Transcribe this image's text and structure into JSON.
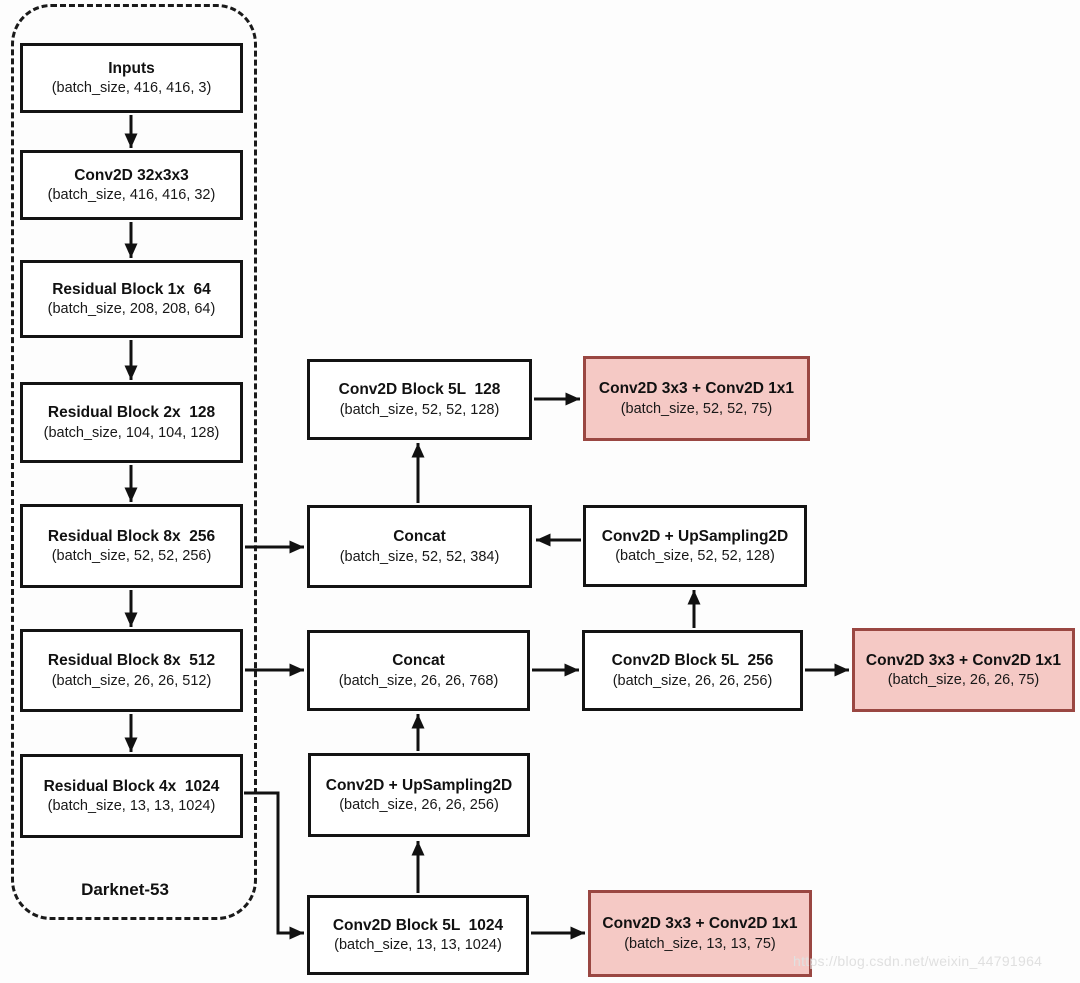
{
  "diagram": {
    "group_label": "Darknet-53",
    "watermark": "https://blog.csdn.net/weixin_44791964",
    "colors": {
      "node_fill": "#ffffff",
      "node_border": "#131313",
      "head_fill": "#f5c9c5",
      "head_border": "#9a4742",
      "arrow": "#111111"
    },
    "nodes": {
      "inputs": {
        "title": "Inputs",
        "shape": "(batch_size, 416, 416, 3)"
      },
      "conv32": {
        "title": "Conv2D 32x3x3",
        "shape": "(batch_size, 416, 416, 32)"
      },
      "res1_64": {
        "title": "Residual Block 1x  64",
        "shape": "(batch_size, 208, 208, 64)"
      },
      "res2_128": {
        "title": "Residual Block 2x  128",
        "shape": "(batch_size, 104, 104, 128)"
      },
      "res8_256": {
        "title": "Residual Block 8x  256",
        "shape": "(batch_size, 52, 52, 256)"
      },
      "res8_512": {
        "title": "Residual Block 8x  512",
        "shape": "(batch_size, 26, 26, 512)"
      },
      "res4_1024": {
        "title": "Residual Block 4x  1024",
        "shape": "(batch_size, 13, 13, 1024)"
      },
      "block5l_128": {
        "title": "Conv2D Block 5L  128",
        "shape": "(batch_size, 52, 52, 128)"
      },
      "concat52": {
        "title": "Concat",
        "shape": "(batch_size, 52, 52, 384)"
      },
      "upsamp52": {
        "title": "Conv2D + UpSampling2D",
        "shape": "(batch_size, 52, 52, 128)"
      },
      "head52": {
        "title": "Conv2D 3x3 + Conv2D 1x1",
        "shape": "(batch_size, 52, 52, 75)"
      },
      "concat26": {
        "title": "Concat",
        "shape": "(batch_size, 26, 26, 768)"
      },
      "block5l_256": {
        "title": "Conv2D Block 5L  256",
        "shape": "(batch_size, 26, 26, 256)"
      },
      "head26": {
        "title": "Conv2D 3x3 + Conv2D 1x1",
        "shape": "(batch_size, 26, 26, 75)"
      },
      "upsamp26": {
        "title": "Conv2D + UpSampling2D",
        "shape": "(batch_size, 26, 26, 256)"
      },
      "block5l_1024": {
        "title": "Conv2D Block 5L  1024",
        "shape": "(batch_size, 13, 13, 1024)"
      },
      "head13": {
        "title": "Conv2D 3x3 + Conv2D 1x1",
        "shape": "(batch_size, 13, 13, 75)"
      }
    }
  }
}
